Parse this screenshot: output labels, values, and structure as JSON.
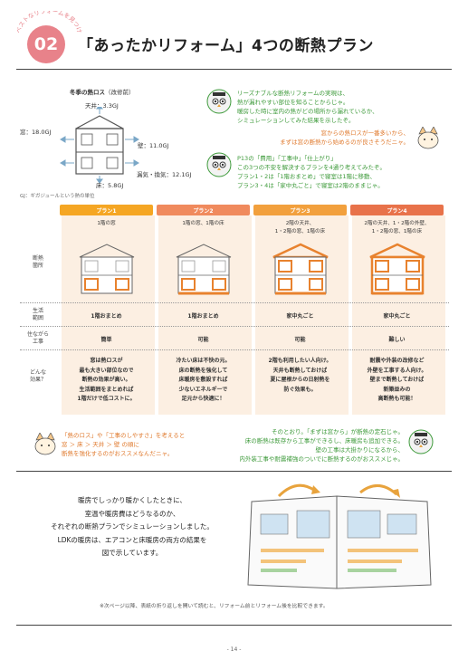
{
  "header": {
    "arc_text": "ベストなリフォームを見つけよう",
    "number": "02",
    "title": "「あったかリフォーム」4つの断熱プラン"
  },
  "diagram": {
    "title": "冬季の熱ロス",
    "subtitle": "（改修前）",
    "labels": {
      "ceiling": "天井：3.3GJ",
      "window": "窓：18.0GJ",
      "wall": "壁：11.0GJ",
      "vent": "漏気・換気：12.1GJ",
      "floor": "床：5.8GJ"
    },
    "unit_note": "GJ：ギガジュールという熱の単位"
  },
  "speech": {
    "intro": [
      "リーズナブルな断熱リフォームの実現は、",
      "熱が漏れやすい部位を知ることからじゃ。",
      "暖房した時に室内の熱がどの場所から漏れているか、",
      "シミュレーションしてみた結果を示したぞ。"
    ],
    "cat1": [
      "窓からの熱ロスが一番多いから、",
      "まずは窓の断熱から始めるのが良さそうだニャ。"
    ],
    "plans": [
      "P13の「費用」「工事中」「仕上がり」",
      "この3つの不安を解決するプランを4通り考えてみたぞ。",
      "プラン1・2は「1階おまとめ」で寝室は1階に移動、",
      "プラン3・4は「家中丸ごと」で寝室は2階のままじゃ。"
    ],
    "cat2": [
      "「熱のロス」や「工事のしやすさ」を考えると",
      "窓 ＞ 床 ＞ 天井 ＞ 壁 の順に",
      "断熱を強化するのがおススメなんだニャ。"
    ],
    "owl2": [
      "そのとおり。「まずは窓から」が断熱の定石じゃ。",
      "床の断熱は既存から工事ができるし、床暖房も追加できる。",
      "壁の工事は大掛かりになるから、",
      "内外装工事や耐震補強のついでに断熱するのがおススメじゃ。"
    ]
  },
  "table": {
    "row_labels": {
      "area": [
        "断熱",
        "箇所"
      ],
      "scope": [
        "生活",
        "範囲"
      ],
      "live": [
        "住ながら",
        "工事"
      ],
      "effect": [
        "どんな",
        "効果？"
      ]
    },
    "plans": [
      {
        "name": "プラン1",
        "color": "#f5a623",
        "target": [
          "1階の窓"
        ],
        "scope": "1階おまとめ",
        "live": "簡単",
        "effect": [
          "窓は熱ロスが",
          "最も大きい部位なので",
          "断熱の効果が高い。",
          "生活範囲をまとめれば",
          "1階だけで低コストに。"
        ]
      },
      {
        "name": "プラン2",
        "color": "#f08a5d",
        "target": [
          "1階の窓、1階の床"
        ],
        "scope": "1階おまとめ",
        "live": "可能",
        "effect": [
          "冷たい床は不快の元。",
          "床の断熱を強化して",
          "床暖房を敷設すれば",
          "少ないエネルギーで",
          "足元から快適に！"
        ]
      },
      {
        "name": "プラン3",
        "color": "#f2a03d",
        "target": [
          "2階の天井、",
          "1・2階の窓、1階の床"
        ],
        "scope": "家中丸ごと",
        "live": "可能",
        "effect": [
          "2階も利用したい人向け。",
          "天井も断熱しておけば",
          "夏に屋根からの日射熱を",
          "防ぐ効果も。"
        ]
      },
      {
        "name": "プラン4",
        "color": "#e8724a",
        "target": [
          "2階の天井、1・2階の外壁、",
          "1・2階の窓、1階の床"
        ],
        "scope": "家中丸ごと",
        "live": "難しい",
        "effect": [
          "耐震や外装の改修など",
          "外壁を工事する人向け。",
          "壁まで断熱しておけば",
          "新築並みの",
          "高断熱も可能！"
        ]
      }
    ]
  },
  "bottom": {
    "lines": [
      "暖房でしっかり暖かくしたときに、",
      "室温や暖房費はどうなるのか、",
      "それぞれの断熱プランでシミュレーションしました。",
      "LDKの暖房は、エアコンと床暖房の両方の結果を",
      "図で示しています。"
    ],
    "note": "※次ページ以降、表紙の折り返しを開いて読むと、リフォーム前とリフォーム後を比較できます。",
    "page": "- 14 -"
  }
}
